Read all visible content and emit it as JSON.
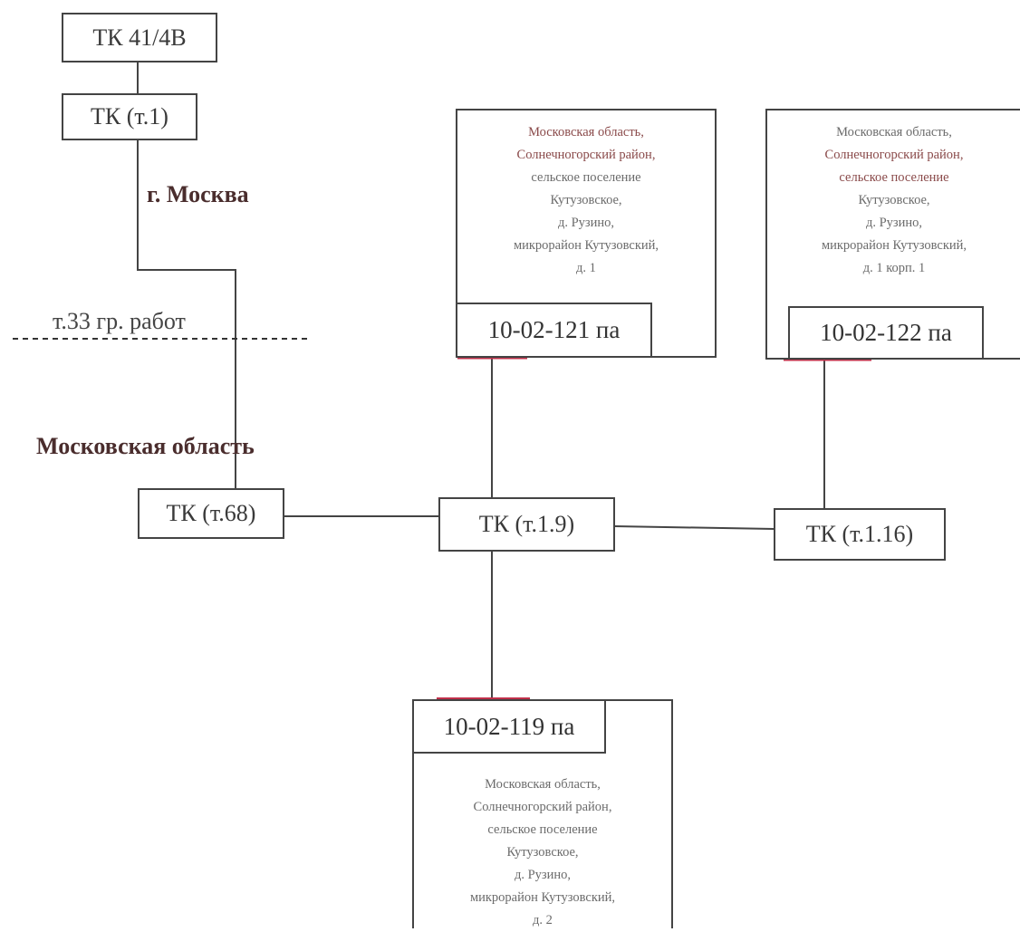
{
  "nodes": {
    "tk_41_4v": "ТК 41/4В",
    "tk_t1": "ТК (т.1)",
    "tk_t68": "ТК (т.68)",
    "tk_t1_9": "ТК (т.1.9)",
    "tk_t1_16": "ТК (т.1.16)"
  },
  "regions": {
    "moscow": "г. Москва",
    "moscow_oblast": "Московская область"
  },
  "work_boundary": "т.33 гр. работ",
  "buildings": [
    {
      "code": "10-02-121 па",
      "address": [
        "Московская область,",
        "Солнечногорский район,",
        "сельское поселение",
        "Кутузовское,",
        "д. Рузино,",
        "микрорайон Кутузовский,",
        "д. 1"
      ]
    },
    {
      "code": "10-02-122 па",
      "address": [
        "Московская область,",
        "Солнечногорский район,",
        "сельское поселение",
        "Кутузовское,",
        "д. Рузино,",
        "микрорайон Кутузовский,",
        "д. 1 корп. 1"
      ]
    },
    {
      "code": "10-02-119 па",
      "address": [
        "Московская область,",
        "Солнечногорский район,",
        "сельское поселение",
        "Кутузовское,",
        "д. Рузино,",
        "микрорайон Кутузовский,",
        "д. 2"
      ]
    }
  ],
  "colors": {
    "line": "#444444",
    "accent": "#c0304a",
    "dashed": "#333333"
  }
}
